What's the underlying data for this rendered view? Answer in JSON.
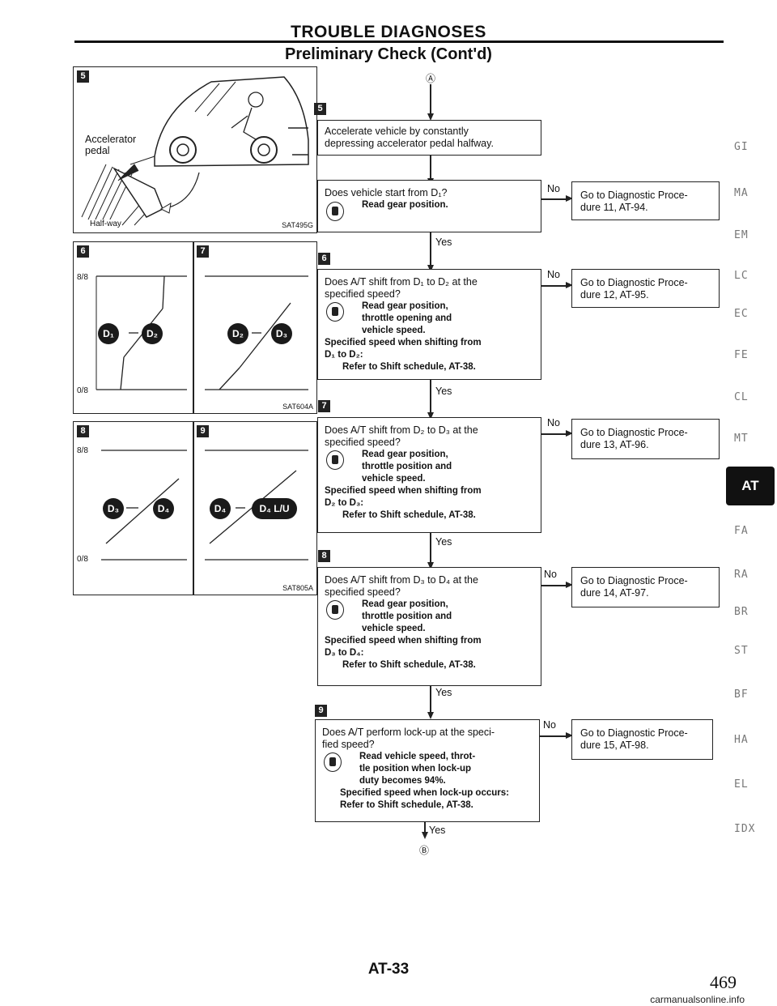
{
  "header": {
    "title": "TROUBLE DIAGNOSES",
    "subtitle": "Preliminary Check (Cont'd)"
  },
  "flow": {
    "start_mark": "Ⓐ",
    "end_mark": "Ⓑ",
    "yes_label": "Yes",
    "no_label": "No",
    "steps": [
      {
        "num": "5",
        "question": [
          "Accelerate vehicle by constantly",
          "depressing accelerator pedal halfway."
        ],
        "checks": [],
        "spec": []
      },
      {
        "num": "",
        "question": [
          "Does vehicle start from D₁?"
        ],
        "checks": [
          "Read gear position."
        ],
        "spec": [],
        "goto": [
          "Go to Diagnostic Proce-",
          "dure 11, AT-94."
        ]
      },
      {
        "num": "6",
        "question": [
          "Does A/T shift from D₁ to D₂ at the",
          "specified speed?"
        ],
        "checks": [
          "Read gear position,",
          "throttle opening and",
          "vehicle speed."
        ],
        "spec": [
          "Specified speed when shifting from",
          "D₁ to D₂:",
          "Refer to Shift schedule, AT-38."
        ],
        "goto": [
          "Go to Diagnostic Proce-",
          "dure 12, AT-95."
        ]
      },
      {
        "num": "7",
        "question": [
          "Does A/T shift from D₂ to D₃ at the",
          "specified speed?"
        ],
        "checks": [
          "Read gear position,",
          "throttle position and",
          "vehicle speed."
        ],
        "spec": [
          "Specified speed when shifting from",
          "D₂ to D₃:",
          "Refer to Shift schedule, AT-38."
        ],
        "goto": [
          "Go to Diagnostic Proce-",
          "dure 13, AT-96."
        ]
      },
      {
        "num": "8",
        "question": [
          "Does A/T shift from D₃ to D₄ at the",
          "specified speed?"
        ],
        "checks": [
          "Read gear position,",
          "throttle position and",
          "vehicle speed."
        ],
        "spec": [
          "Specified speed when shifting from",
          "D₃ to D₄:",
          "Refer to Shift schedule, AT-38."
        ],
        "goto": [
          "Go to Diagnostic Proce-",
          "dure 14, AT-97."
        ]
      },
      {
        "num": "9",
        "question": [
          "Does A/T perform lock-up at the speci-",
          "fied speed?"
        ],
        "checks": [
          "Read vehicle speed, throt-",
          "tle position when lock-up",
          "duty becomes 94%."
        ],
        "spec": [
          "Specified speed when lock-up occurs:",
          "Refer to Shift schedule, AT-38."
        ],
        "goto": [
          "Go to Diagnostic Proce-",
          "dure 15, AT-98."
        ]
      }
    ]
  },
  "figures": {
    "fig5": {
      "num": "5",
      "accel_label_1": "Accelerator",
      "accel_label_2": "pedal",
      "halfway_label": "Half-way",
      "code": "SAT495G"
    },
    "fig67": {
      "num_left": "6",
      "num_right": "7",
      "y_top": "8/8",
      "y_bottom": "0/8",
      "left_from": "D₁",
      "left_to": "D₂",
      "right_from": "D₂",
      "right_to": "D₃",
      "code": "SAT604A"
    },
    "fig89": {
      "num_left": "8",
      "num_right": "9",
      "y_top": "8/8",
      "y_bottom": "0/8",
      "left_from": "D₃",
      "left_to": "D₄",
      "right_from": "D₄",
      "right_to": "D₄ L/U",
      "code": "SAT805A"
    }
  },
  "sidebar": {
    "tabs": [
      "GI",
      "MA",
      "EM",
      "LC",
      "EC",
      "FE",
      "CL",
      "MT",
      "AT",
      "FA",
      "RA",
      "BR",
      "ST",
      "BF",
      "HA",
      "EL",
      "IDX"
    ],
    "active": "AT"
  },
  "footer": {
    "code": "AT-33",
    "page": "469",
    "watermark": "carmanualsonline.info"
  }
}
